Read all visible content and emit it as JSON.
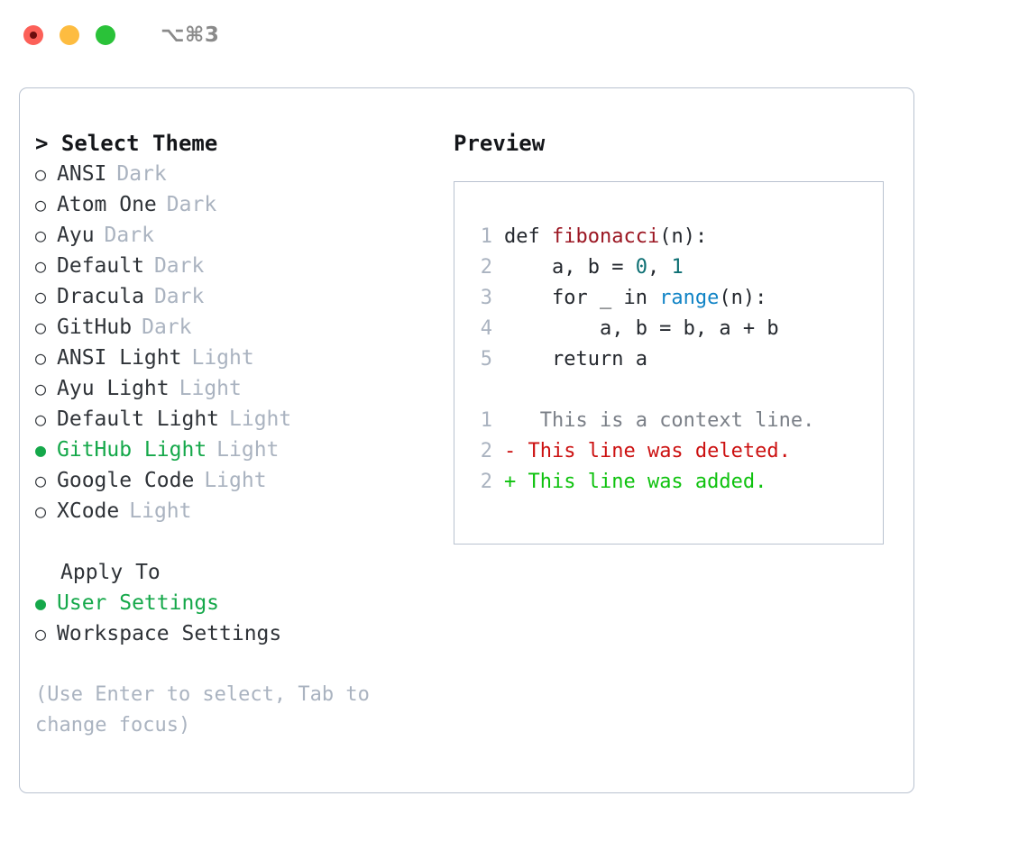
{
  "titlebar": {
    "shortcut": "⌥⌘3",
    "lights": [
      "close",
      "minimize",
      "zoom"
    ]
  },
  "theme_list": {
    "header": "> Select Theme",
    "items": [
      {
        "bullet": "○",
        "name": "ANSI",
        "kind": "Dark",
        "selected": false
      },
      {
        "bullet": "○",
        "name": "Atom One",
        "kind": "Dark",
        "selected": false
      },
      {
        "bullet": "○",
        "name": "Ayu",
        "kind": "Dark",
        "selected": false
      },
      {
        "bullet": "○",
        "name": "Default",
        "kind": "Dark",
        "selected": false
      },
      {
        "bullet": "○",
        "name": "Dracula",
        "kind": "Dark",
        "selected": false
      },
      {
        "bullet": "○",
        "name": "GitHub",
        "kind": "Dark",
        "selected": false
      },
      {
        "bullet": "○",
        "name": "ANSI Light",
        "kind": "Light",
        "selected": false
      },
      {
        "bullet": "○",
        "name": "Ayu Light",
        "kind": "Light",
        "selected": false
      },
      {
        "bullet": "○",
        "name": "Default Light",
        "kind": "Light",
        "selected": false
      },
      {
        "bullet": "●",
        "name": "GitHub Light",
        "kind": "Light",
        "selected": true
      },
      {
        "bullet": "○",
        "name": "Google Code",
        "kind": "Light",
        "selected": false
      },
      {
        "bullet": "○",
        "name": "XCode",
        "kind": "Light",
        "selected": false
      }
    ]
  },
  "apply_to": {
    "header": "Apply To",
    "items": [
      {
        "bullet": "●",
        "name": "User Settings",
        "selected": true
      },
      {
        "bullet": "○",
        "name": "Workspace Settings",
        "selected": false
      }
    ]
  },
  "hint": "(Use Enter to select, Tab to change focus)",
  "preview": {
    "title": "Preview",
    "code_lines": [
      {
        "ln": "1",
        "segments": [
          {
            "text": "def ",
            "cls": ""
          },
          {
            "text": "fibonacci",
            "cls": "tok-fn"
          },
          {
            "text": "(n):",
            "cls": ""
          }
        ]
      },
      {
        "ln": "2",
        "segments": [
          {
            "text": "    a, b = ",
            "cls": ""
          },
          {
            "text": "0",
            "cls": "tok-num"
          },
          {
            "text": ", ",
            "cls": ""
          },
          {
            "text": "1",
            "cls": "tok-num"
          }
        ]
      },
      {
        "ln": "3",
        "segments": [
          {
            "text": "    for _ in ",
            "cls": ""
          },
          {
            "text": "range",
            "cls": "tok-call"
          },
          {
            "text": "(n):",
            "cls": ""
          }
        ]
      },
      {
        "ln": "4",
        "segments": [
          {
            "text": "        a, b = b, a + b",
            "cls": ""
          }
        ]
      },
      {
        "ln": "5",
        "segments": [
          {
            "text": "    return a",
            "cls": ""
          }
        ]
      }
    ],
    "diff_lines": [
      {
        "ln": "1",
        "marker": " ",
        "text": "  This is a context line.",
        "cls": "diff-ctx"
      },
      {
        "ln": "2",
        "marker": "-",
        "text": " This line was deleted.",
        "cls": "diff-del"
      },
      {
        "ln": "2",
        "marker": "+",
        "text": " This line was added.",
        "cls": "diff-add"
      }
    ]
  },
  "colors": {
    "accent_green": "#15a84a",
    "muted": "#aab3c0",
    "border": "#b9c2d0",
    "text": "#2f3338",
    "fn_red": "#9b1622",
    "number_teal": "#0d6f73",
    "call_blue": "#1184c6",
    "diff_delete": "#cc1111",
    "diff_add": "#0ec20e",
    "light_red": "#fc6058",
    "light_yellow": "#fdbc40",
    "light_green": "#2ac239"
  }
}
